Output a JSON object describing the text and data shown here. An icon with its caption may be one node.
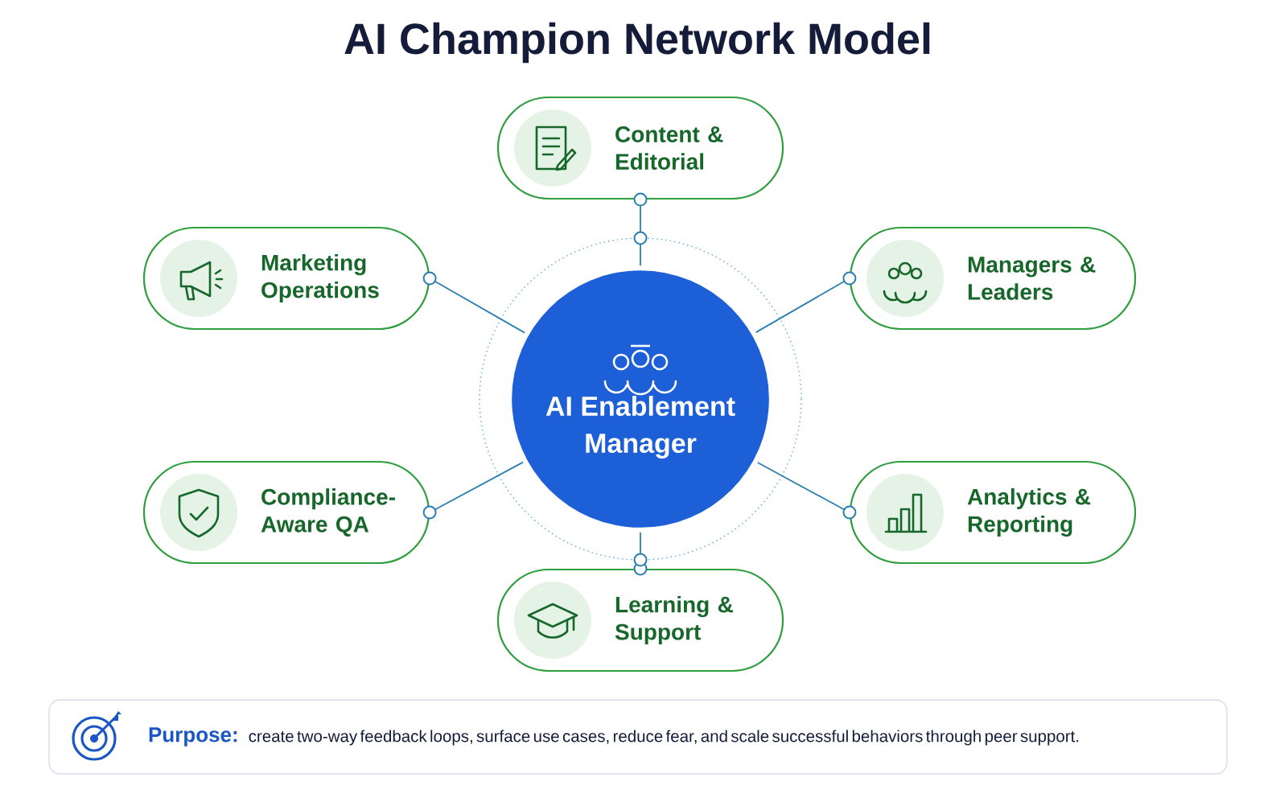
{
  "diagram": {
    "title": "AI Champion Network Model",
    "nodes": [
      {
        "text": [
          "Content & Editorial"
        ]
      },
      {
        "text": [
          "Marketing Operations"
        ]
      },
      {
        "text": [
          "Managers & Leaders"
        ]
      },
      {
        "text": [
          "AI Enablement Manager"
        ]
      },
      {
        "text": [
          "Compliance-Aware QA"
        ]
      },
      {
        "text": [
          "Analytics & Reporting"
        ]
      },
      {
        "text": [
          "Learning & Support"
        ]
      },
      {
        "text": [
          "Purpose:",
          "create two-way feedback loops, surface use cases, reduce fear, and scale successful behaviors through peer support."
        ]
      }
    ],
    "edges": [
      {
        "from": 3,
        "to": 0,
        "arrow": "other"
      },
      {
        "from": 3,
        "to": 1,
        "arrow": "other"
      },
      {
        "from": 3,
        "to": 2,
        "arrow": "other"
      },
      {
        "from": 3,
        "to": 4,
        "arrow": "other"
      },
      {
        "from": 3,
        "to": 5,
        "arrow": "other"
      },
      {
        "from": 3,
        "to": 6,
        "arrow": "other"
      }
    ]
  }
}
